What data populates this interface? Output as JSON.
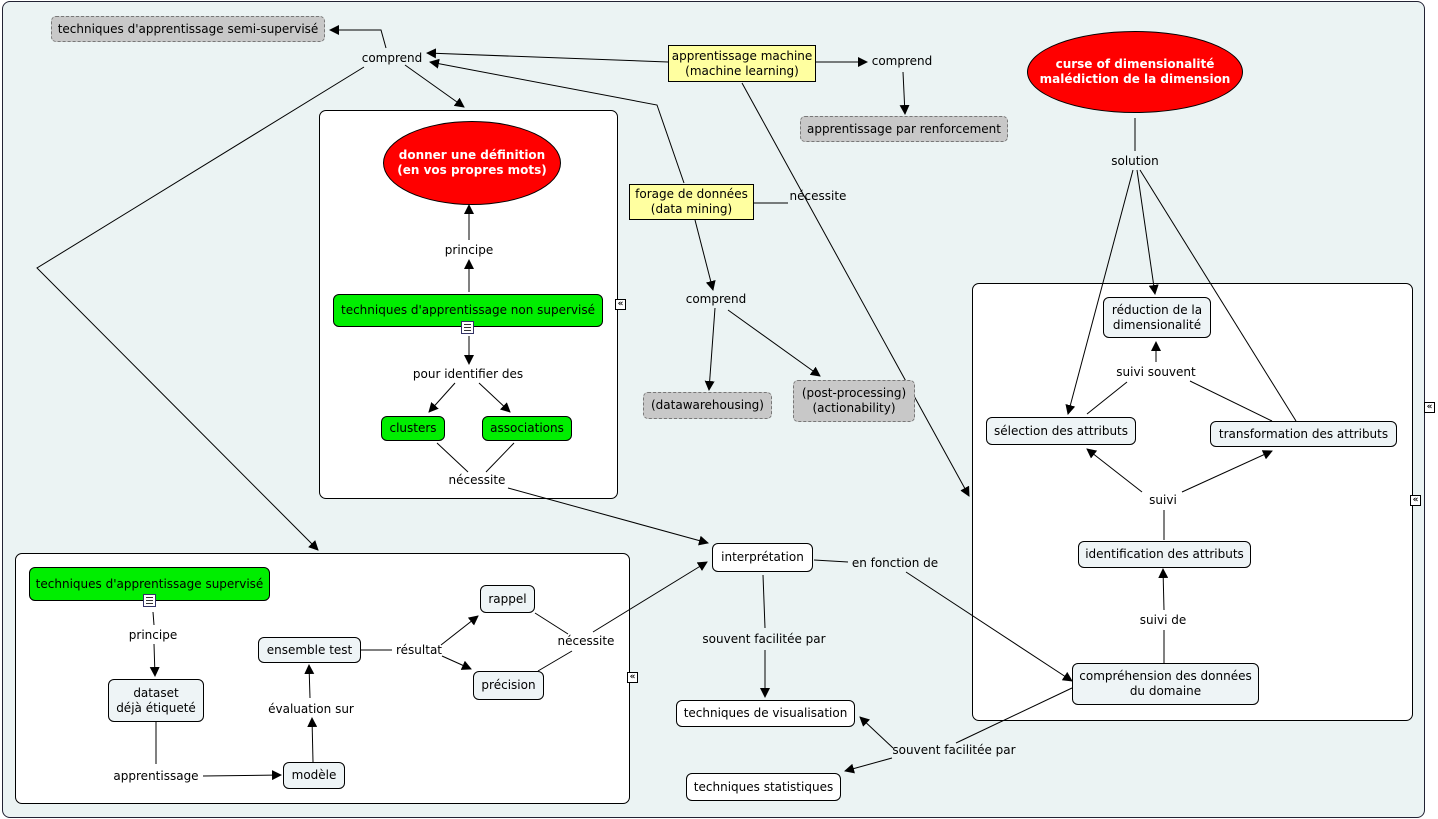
{
  "nodes": {
    "semi_supervise": "techniques d'apprentissage semi-supervisé",
    "ml": "apprentissage machine\n(machine learning)",
    "renforcement": "apprentissage par renforcement",
    "curse": "curse of dimensionalité\nmalédiction de la dimension",
    "definition": "donner une définition\n(en vos propres mots)",
    "forage": "forage de données\n(data mining)",
    "non_supervise": "techniques d'apprentissage non supervisé",
    "clusters": "clusters",
    "associations": "associations",
    "datawarehousing": "(datawarehousing)",
    "post_processing": "(post-processing)\n(actionability)",
    "reduction": "réduction de la\ndimensionalité",
    "selection": "sélection des attributs",
    "transformation": "transformation des attributs",
    "identification": "identification des attributs",
    "comprehension": "compréhension des données\ndu domaine",
    "supervise": "techniques d'apprentissage supervisé",
    "dataset": "dataset\ndéjà étiqueté",
    "modele": "modèle",
    "ensemble_test": "ensemble test",
    "rappel": "rappel",
    "precision": "précision",
    "interpretation": "interprétation",
    "visualisation": "techniques de visualisation",
    "statistiques": "techniques statistiques"
  },
  "links": {
    "comprend_left": "comprend",
    "comprend_right": "comprend",
    "comprend_mid": "comprend",
    "necessite_top": "nécessite",
    "principe_top": "principe",
    "pour_identifier": "pour identifier des",
    "necessite_clusters": "nécessite",
    "solution": "solution",
    "suivi_souvent": "suivi souvent",
    "suivi": "suivi",
    "suivi_de": "suivi de",
    "principe_bottom": "principe",
    "apprentissage": "apprentissage",
    "evaluation_sur": "évaluation sur",
    "resultat": "résultat",
    "necessite_bottom": "nécessite",
    "souvent_facilitee_1": "souvent facilitée par",
    "en_fonction_de": "en fonction de",
    "souvent_facilitee_2": "souvent facilitée par"
  },
  "icons": [
    "document-icon",
    "collapse-icon"
  ],
  "colors": {
    "background": "#ebf3f3",
    "concept_red": "#ff0000",
    "concept_green": "#00ee00",
    "concept_yellow": "#ffffa0",
    "concept_grey": "#c8c8c8"
  }
}
